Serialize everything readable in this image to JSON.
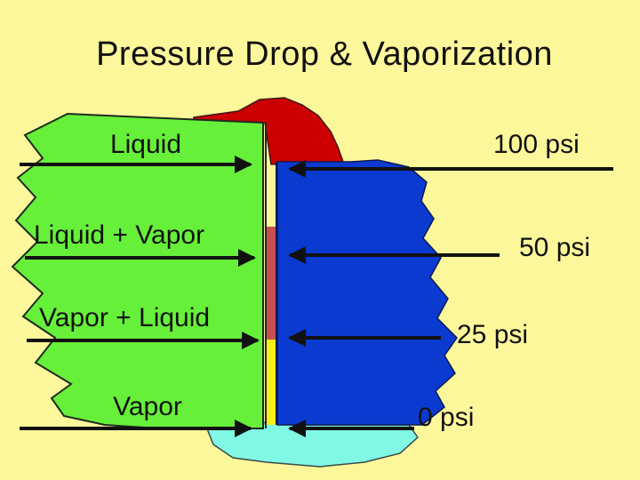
{
  "title": "Pressure Drop & Vaporization",
  "left_labels": [
    "Liquid",
    "Liquid + Vapor",
    "Vapor + Liquid",
    "Vapor"
  ],
  "right_labels": [
    "100 psi",
    "50 psi",
    "25 psi",
    "0 psi"
  ],
  "colors": {
    "background": "#fdf79b",
    "liquid_region": "#66f03a",
    "high_pressure_region": "#cc0000",
    "pipe_region": "#0a3ad0",
    "vapor_region": "#80f8e4",
    "gauge_strip_red": "#c84f52",
    "gauge_strip_yellow": "#f5ef1a",
    "arrow": "#111111"
  },
  "icons": [
    "arrow-right-icon",
    "arrow-left-icon"
  ]
}
